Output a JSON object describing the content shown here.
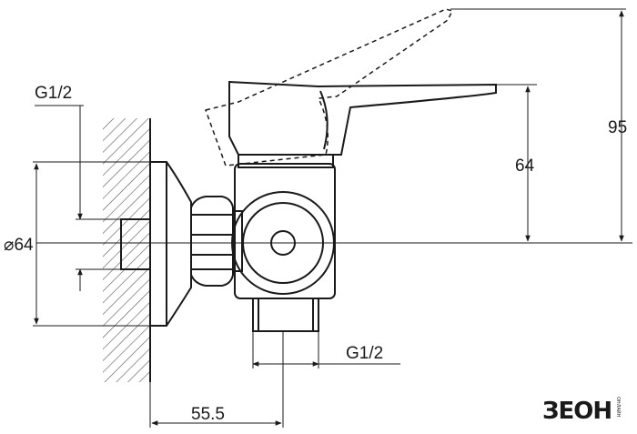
{
  "drawing": {
    "labels": {
      "g12_top": "G1/2",
      "diameter": "⌀64",
      "g12_bottom": "G1/2",
      "width_55_5": "55.5",
      "height_64": "64",
      "height_95": "95"
    }
  },
  "brand": {
    "logo": "ЗЕОН",
    "logo_sub": "ОНЛАЙН"
  }
}
